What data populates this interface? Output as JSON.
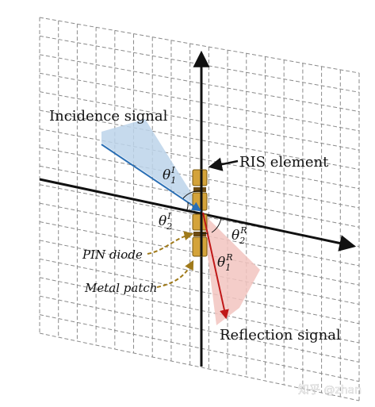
{
  "labels": {
    "incidence": "Incidence signal",
    "ris_element": "RIS element",
    "reflection": "Reflection signal",
    "pin_diode": "PIN diode",
    "metal_patch": "Metal patch",
    "theta": "θ",
    "t1I_sub": "1",
    "t1I_sup": "I",
    "t2I_sub": "2",
    "t2I_sup": "I",
    "t2R_sub": "2",
    "t2R_sup": "R",
    "t1R_sub": "1",
    "t1R_sup": "R"
  },
  "watermark": "知乎 @zhan",
  "colors": {
    "incidence_ray": "#2a6fb5",
    "incidence_beam": "#bcd3ea",
    "reflection_ray": "#c01818",
    "reflection_beam": "#f2c4c0",
    "patch": "#d4a33a",
    "diode": "#6b4a12",
    "callout": "#a07a1a",
    "grid": "#8a8a8a"
  }
}
